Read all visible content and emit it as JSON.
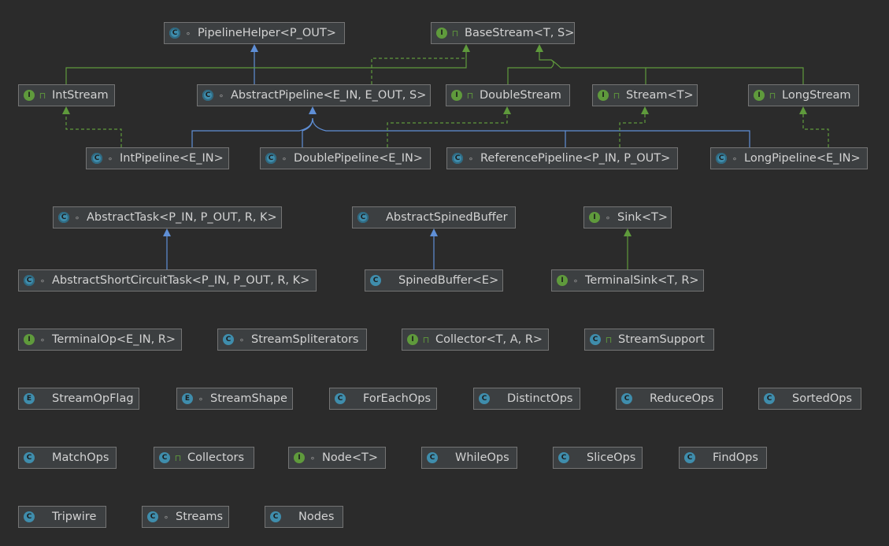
{
  "nodes": [
    {
      "id": "PipelineHelper",
      "label": "PipelineHelper<P_OUT>",
      "kind": "a",
      "mod": "∘"
    },
    {
      "id": "BaseStream",
      "label": "BaseStream<T, S>",
      "kind": "i",
      "mod": "🔓"
    },
    {
      "id": "IntStream",
      "label": "IntStream",
      "kind": "i",
      "mod": "🔓"
    },
    {
      "id": "AbstractPipeline",
      "label": "AbstractPipeline<E_IN, E_OUT, S>",
      "kind": "a",
      "mod": "∘"
    },
    {
      "id": "DoubleStream",
      "label": "DoubleStream",
      "kind": "i",
      "mod": "🔓"
    },
    {
      "id": "Stream",
      "label": "Stream<T>",
      "kind": "i",
      "mod": "🔓"
    },
    {
      "id": "LongStream",
      "label": "LongStream",
      "kind": "i",
      "mod": "🔓"
    },
    {
      "id": "IntPipeline",
      "label": "IntPipeline<E_IN>",
      "kind": "a",
      "mod": "∘"
    },
    {
      "id": "DoublePipeline",
      "label": "DoublePipeline<E_IN>",
      "kind": "a",
      "mod": "∘"
    },
    {
      "id": "ReferencePipeline",
      "label": "ReferencePipeline<P_IN, P_OUT>",
      "kind": "a",
      "mod": "∘"
    },
    {
      "id": "LongPipeline",
      "label": "LongPipeline<E_IN>",
      "kind": "a",
      "mod": "∘"
    },
    {
      "id": "AbstractTask",
      "label": "AbstractTask<P_IN, P_OUT, R, K>",
      "kind": "a",
      "mod": "∘"
    },
    {
      "id": "AbstractSpinedBuffer",
      "label": "AbstractSpinedBuffer",
      "kind": "a",
      "mod": ""
    },
    {
      "id": "Sink",
      "label": "Sink<T>",
      "kind": "i",
      "mod": "∘"
    },
    {
      "id": "AbstractShortCircuitTask",
      "label": "AbstractShortCircuitTask<P_IN, P_OUT, R, K>",
      "kind": "a",
      "mod": "∘"
    },
    {
      "id": "SpinedBuffer",
      "label": "SpinedBuffer<E>",
      "kind": "c",
      "mod": ""
    },
    {
      "id": "TerminalSink",
      "label": "TerminalSink<T, R>",
      "kind": "i",
      "mod": "∘"
    },
    {
      "id": "TerminalOp",
      "label": "TerminalOp<E_IN, R>",
      "kind": "i",
      "mod": "∘"
    },
    {
      "id": "StreamSpliterators",
      "label": "StreamSpliterators",
      "kind": "c",
      "mod": "∘"
    },
    {
      "id": "Collector",
      "label": "Collector<T, A, R>",
      "kind": "i",
      "mod": "🔓"
    },
    {
      "id": "StreamSupport",
      "label": "StreamSupport",
      "kind": "c",
      "mod": "🔓"
    },
    {
      "id": "StreamOpFlag",
      "label": "StreamOpFlag",
      "kind": "e",
      "mod": ""
    },
    {
      "id": "StreamShape",
      "label": "StreamShape",
      "kind": "e",
      "mod": "∘"
    },
    {
      "id": "ForEachOps",
      "label": "ForEachOps",
      "kind": "c",
      "mod": ""
    },
    {
      "id": "DistinctOps",
      "label": "DistinctOps",
      "kind": "c",
      "mod": ""
    },
    {
      "id": "ReduceOps",
      "label": "ReduceOps",
      "kind": "c",
      "mod": ""
    },
    {
      "id": "SortedOps",
      "label": "SortedOps",
      "kind": "c",
      "mod": ""
    },
    {
      "id": "MatchOps",
      "label": "MatchOps",
      "kind": "c",
      "mod": ""
    },
    {
      "id": "Collectors",
      "label": "Collectors",
      "kind": "c",
      "mod": "🔓"
    },
    {
      "id": "Node",
      "label": "Node<T>",
      "kind": "i",
      "mod": "∘"
    },
    {
      "id": "WhileOps",
      "label": "WhileOps",
      "kind": "c",
      "mod": ""
    },
    {
      "id": "SliceOps",
      "label": "SliceOps",
      "kind": "c",
      "mod": ""
    },
    {
      "id": "FindOps",
      "label": "FindOps",
      "kind": "c",
      "mod": ""
    },
    {
      "id": "Tripwire",
      "label": "Tripwire",
      "kind": "c",
      "mod": ""
    },
    {
      "id": "Streams",
      "label": "Streams",
      "kind": "c",
      "mod": "∘"
    },
    {
      "id": "Nodes",
      "label": "Nodes",
      "kind": "c",
      "mod": ""
    }
  ],
  "kind_letters": {
    "i": "I",
    "c": "C",
    "e": "E",
    "a": "C"
  },
  "colors": {
    "background": "#2b2b2b",
    "extends": "#5f8fd6",
    "implements": "#5f9a3c",
    "node_fill": "#3c3f41",
    "node_border": "#747474",
    "text": "#d2d2d2"
  }
}
